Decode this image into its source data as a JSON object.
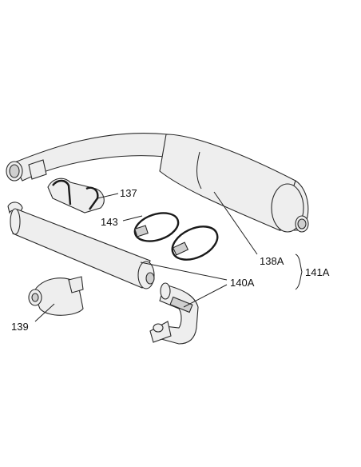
{
  "diagram": {
    "callouts": [
      {
        "id": "137",
        "text": "137"
      },
      {
        "id": "143",
        "text": "143"
      },
      {
        "id": "138A",
        "text": "138A"
      },
      {
        "id": "141A",
        "text": "141A"
      },
      {
        "id": "140A",
        "text": "140A"
      },
      {
        "id": "139",
        "text": "139"
      }
    ]
  }
}
